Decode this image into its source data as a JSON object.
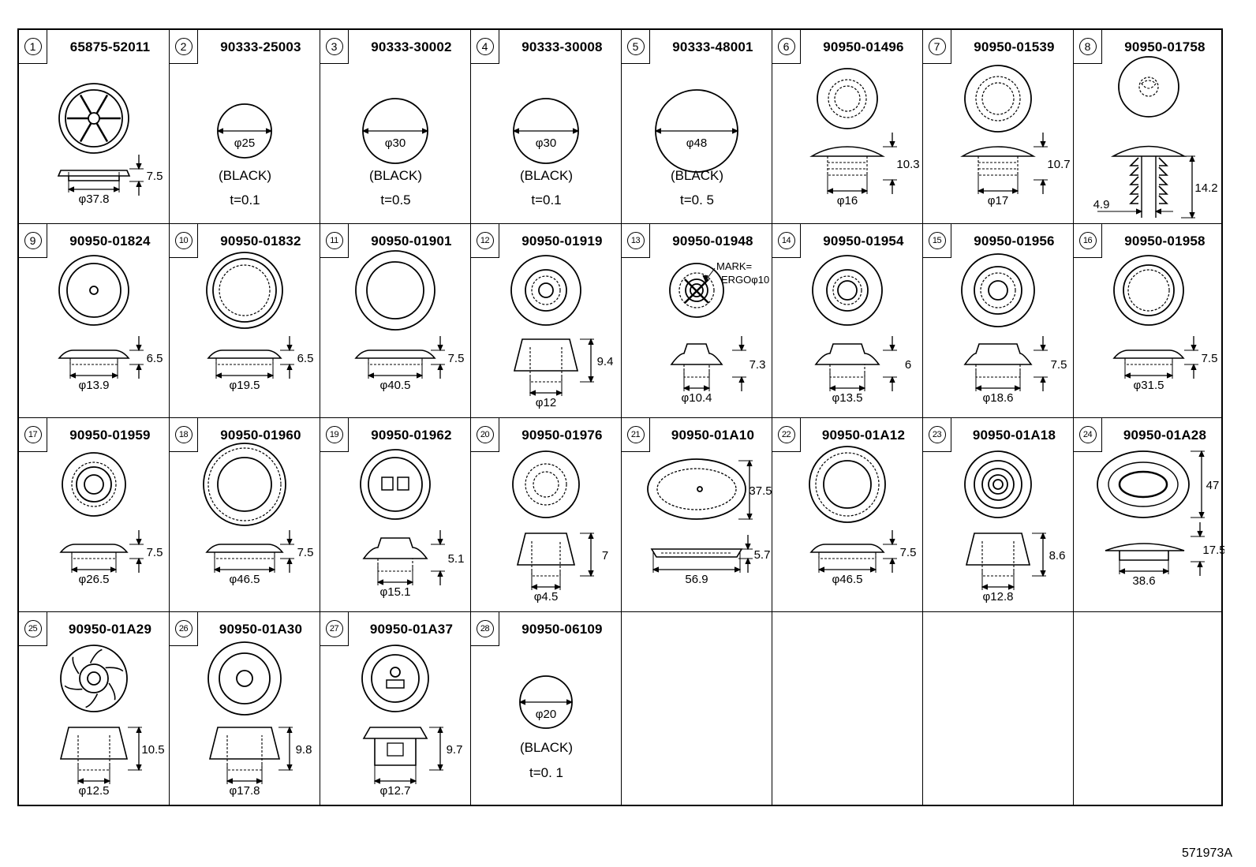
{
  "figure_code": "571973A",
  "parts": [
    {
      "id": "1",
      "part_number": "65875-52011",
      "dims": [
        "7.5",
        "φ37.8"
      ]
    },
    {
      "id": "2",
      "part_number": "90333-25003",
      "dims": [
        "φ25"
      ],
      "color": "(BLACK)",
      "thickness": "t=0.1"
    },
    {
      "id": "3",
      "part_number": "90333-30002",
      "dims": [
        "φ30"
      ],
      "color": "(BLACK)",
      "thickness": "t=0.5"
    },
    {
      "id": "4",
      "part_number": "90333-30008",
      "dims": [
        "φ30"
      ],
      "color": "(BLACK)",
      "thickness": "t=0.1"
    },
    {
      "id": "5",
      "part_number": "90333-48001",
      "dims": [
        "φ48"
      ],
      "color": "(BLACK)",
      "thickness": "t=0. 5"
    },
    {
      "id": "6",
      "part_number": "90950-01496",
      "dims": [
        "10.3",
        "φ16"
      ]
    },
    {
      "id": "7",
      "part_number": "90950-01539",
      "dims": [
        "10.7",
        "φ17"
      ]
    },
    {
      "id": "8",
      "part_number": "90950-01758",
      "dims": [
        "14.2",
        "4.9"
      ]
    },
    {
      "id": "9",
      "part_number": "90950-01824",
      "dims": [
        "6.5",
        "φ13.9"
      ]
    },
    {
      "id": "10",
      "part_number": "90950-01832",
      "dims": [
        "6.5",
        "φ19.5"
      ]
    },
    {
      "id": "11",
      "part_number": "90950-01901",
      "dims": [
        "7.5",
        "φ40.5"
      ]
    },
    {
      "id": "12",
      "part_number": "90950-01919",
      "dims": [
        "9.4",
        "φ12"
      ]
    },
    {
      "id": "13",
      "part_number": "90950-01948",
      "dims": [
        "7.3",
        "φ10.4"
      ],
      "mark": [
        "MARK=",
        "ERGOφ10"
      ]
    },
    {
      "id": "14",
      "part_number": "90950-01954",
      "dims": [
        "6",
        "φ13.5"
      ]
    },
    {
      "id": "15",
      "part_number": "90950-01956",
      "dims": [
        "7.5",
        "φ18.6"
      ]
    },
    {
      "id": "16",
      "part_number": "90950-01958",
      "dims": [
        "7.5",
        "φ31.5"
      ]
    },
    {
      "id": "17",
      "part_number": "90950-01959",
      "dims": [
        "7.5",
        "φ26.5"
      ]
    },
    {
      "id": "18",
      "part_number": "90950-01960",
      "dims": [
        "7.5",
        "φ46.5"
      ]
    },
    {
      "id": "19",
      "part_number": "90950-01962",
      "dims": [
        "5.1",
        "φ15.1"
      ]
    },
    {
      "id": "20",
      "part_number": "90950-01976",
      "dims": [
        "7",
        "φ4.5"
      ]
    },
    {
      "id": "21",
      "part_number": "90950-01A10",
      "dims": [
        "37.5",
        "5.7",
        "56.9"
      ]
    },
    {
      "id": "22",
      "part_number": "90950-01A12",
      "dims": [
        "7.5",
        "φ46.5"
      ]
    },
    {
      "id": "23",
      "part_number": "90950-01A18",
      "dims": [
        "8.6",
        "φ12.8"
      ]
    },
    {
      "id": "24",
      "part_number": "90950-01A28",
      "dims": [
        "47",
        "17.5",
        "38.6"
      ]
    },
    {
      "id": "25",
      "part_number": "90950-01A29",
      "dims": [
        "10.5",
        "φ12.5"
      ]
    },
    {
      "id": "26",
      "part_number": "90950-01A30",
      "dims": [
        "9.8",
        "φ17.8"
      ]
    },
    {
      "id": "27",
      "part_number": "90950-01A37",
      "dims": [
        "9.7",
        "φ12.7"
      ]
    },
    {
      "id": "28",
      "part_number": "90950-06109",
      "dims": [
        "φ20"
      ],
      "color": "(BLACK)",
      "thickness": "t=0. 1"
    }
  ]
}
